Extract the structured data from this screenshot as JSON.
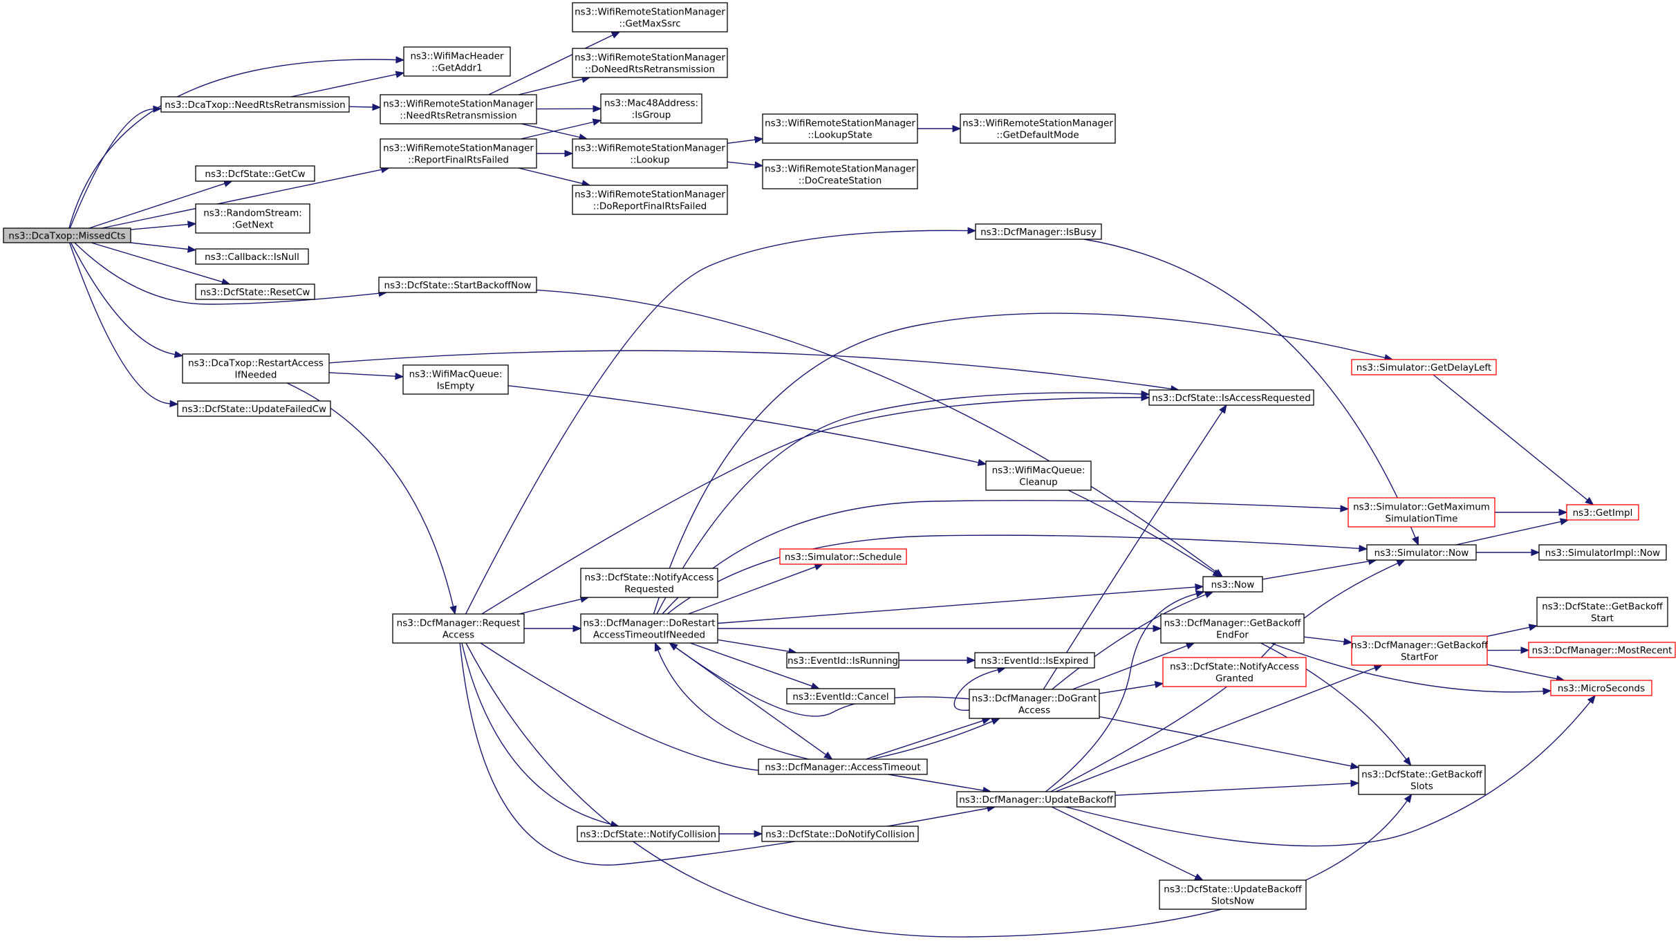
{
  "diagram": {
    "edge_color": "#191970",
    "truncated_border_color": "#ff0000",
    "root_fill": "#bfbfbf",
    "nodes": [
      {
        "id": "missedcts",
        "lines": [
          "ns3::DcaTxop::MissedCts"
        ],
        "root": true
      },
      {
        "id": "getaddr1",
        "lines": [
          "ns3::WifiMacHeader",
          "::GetAddr1"
        ]
      },
      {
        "id": "needrts",
        "lines": [
          "ns3::DcaTxop::NeedRtsRetransmission"
        ]
      },
      {
        "id": "wrsm_needrts",
        "lines": [
          "ns3::WifiRemoteStationManager",
          "::NeedRtsRetransmission"
        ]
      },
      {
        "id": "getmaxssrc",
        "lines": [
          "ns3::WifiRemoteStationManager",
          "::GetMaxSsrc"
        ]
      },
      {
        "id": "doneedrts",
        "lines": [
          "ns3::WifiRemoteStationManager",
          "::DoNeedRtsRetransmission"
        ]
      },
      {
        "id": "isgroup",
        "lines": [
          "ns3::Mac48Address:",
          ":IsGroup"
        ]
      },
      {
        "id": "lookup",
        "lines": [
          "ns3::WifiRemoteStationManager",
          "::Lookup"
        ]
      },
      {
        "id": "lookupstate",
        "lines": [
          "ns3::WifiRemoteStationManager",
          "::LookupState"
        ]
      },
      {
        "id": "getdefaultmode",
        "lines": [
          "ns3::WifiRemoteStationManager",
          "::GetDefaultMode"
        ]
      },
      {
        "id": "docreatestation",
        "lines": [
          "ns3::WifiRemoteStationManager",
          "::DoCreateStation"
        ]
      },
      {
        "id": "reportfinalrts",
        "lines": [
          "ns3::WifiRemoteStationManager",
          "::ReportFinalRtsFailed"
        ]
      },
      {
        "id": "doreportfinalrts",
        "lines": [
          "ns3::WifiRemoteStationManager",
          "::DoReportFinalRtsFailed"
        ]
      },
      {
        "id": "getcw",
        "lines": [
          "ns3::DcfState::GetCw"
        ]
      },
      {
        "id": "getnext",
        "lines": [
          "ns3::RandomStream:",
          ":GetNext"
        ]
      },
      {
        "id": "isnull",
        "lines": [
          "ns3::Callback::IsNull"
        ]
      },
      {
        "id": "resetcw",
        "lines": [
          "ns3::DcfState::ResetCw"
        ]
      },
      {
        "id": "startbackoff",
        "lines": [
          "ns3::DcfState::StartBackoffNow"
        ]
      },
      {
        "id": "restartaccess",
        "lines": [
          "ns3::DcaTxop::RestartAccess",
          "IfNeeded"
        ]
      },
      {
        "id": "isempty",
        "lines": [
          "ns3::WifiMacQueue:",
          "IsEmpty"
        ]
      },
      {
        "id": "updatefailedcw",
        "lines": [
          "ns3::DcfState::UpdateFailedCw"
        ]
      },
      {
        "id": "isbusy",
        "lines": [
          "ns3::DcfManager::IsBusy"
        ]
      },
      {
        "id": "getdelayleft",
        "lines": [
          "ns3::Simulator::GetDelayLeft"
        ],
        "truncated": true
      },
      {
        "id": "isaccessrequested",
        "lines": [
          "ns3::DcfState::IsAccessRequested"
        ]
      },
      {
        "id": "cleanup",
        "lines": [
          "ns3::WifiMacQueue:",
          "Cleanup"
        ]
      },
      {
        "id": "getmaxsimtime",
        "lines": [
          "ns3::Simulator::GetMaximum",
          "SimulationTime"
        ],
        "truncated": true
      },
      {
        "id": "getimpl",
        "lines": [
          "ns3::GetImpl"
        ],
        "truncated": true
      },
      {
        "id": "simnow",
        "lines": [
          "ns3::Simulator::Now"
        ]
      },
      {
        "id": "simimplnow",
        "lines": [
          "ns3::SimulatorImpl::Now"
        ]
      },
      {
        "id": "schedule",
        "lines": [
          "ns3::Simulator::Schedule"
        ],
        "truncated": true
      },
      {
        "id": "now",
        "lines": [
          "ns3::Now"
        ]
      },
      {
        "id": "notifyaccessrequested",
        "lines": [
          "ns3::DcfState::NotifyAccess",
          "Requested"
        ]
      },
      {
        "id": "requestaccess",
        "lines": [
          "ns3::DcfManager::Request",
          "Access"
        ]
      },
      {
        "id": "dorestart",
        "lines": [
          "ns3::DcfManager::DoRestart",
          "AccessTimeoutIfNeeded"
        ]
      },
      {
        "id": "getbackoffendfor",
        "lines": [
          "ns3::DcfManager::GetBackoff",
          "EndFor"
        ]
      },
      {
        "id": "getbackoffstart",
        "lines": [
          "ns3::DcfState::GetBackoff",
          "Start"
        ]
      },
      {
        "id": "getbackoffstartfor",
        "lines": [
          "ns3::DcfManager::GetBackoff",
          "StartFor"
        ],
        "truncated": true
      },
      {
        "id": "mostrecent",
        "lines": [
          "ns3::DcfManager::MostRecent"
        ],
        "truncated": true
      },
      {
        "id": "isrunning",
        "lines": [
          "ns3::EventId::IsRunning"
        ]
      },
      {
        "id": "isexpired",
        "lines": [
          "ns3::EventId::IsExpired"
        ]
      },
      {
        "id": "notifyaccessgranted",
        "lines": [
          "ns3::DcfState::NotifyAccess",
          "Granted"
        ],
        "truncated": true
      },
      {
        "id": "cancel",
        "lines": [
          "ns3::EventId::Cancel"
        ]
      },
      {
        "id": "dogrant",
        "lines": [
          "ns3::DcfManager::DoGrant",
          "Access"
        ]
      },
      {
        "id": "microseconds",
        "lines": [
          "ns3::MicroSeconds"
        ],
        "truncated": true
      },
      {
        "id": "accesstimeout",
        "lines": [
          "ns3::DcfManager::AccessTimeout"
        ]
      },
      {
        "id": "getbackoffslots",
        "lines": [
          "ns3::DcfState::GetBackoff",
          "Slots"
        ]
      },
      {
        "id": "updatebackoff",
        "lines": [
          "ns3::DcfManager::UpdateBackoff"
        ]
      },
      {
        "id": "notifycollision",
        "lines": [
          "ns3::DcfState::NotifyCollision"
        ]
      },
      {
        "id": "donotifycollision",
        "lines": [
          "ns3::DcfState::DoNotifyCollision"
        ]
      },
      {
        "id": "updatebackoffslotsnow",
        "lines": [
          "ns3::DcfState::UpdateBackoff",
          "SlotsNow"
        ]
      }
    ],
    "edges": [
      [
        "missedcts",
        "getaddr1"
      ],
      [
        "missedcts",
        "needrts"
      ],
      [
        "missedcts",
        "reportfinalrts"
      ],
      [
        "missedcts",
        "getcw"
      ],
      [
        "missedcts",
        "getnext"
      ],
      [
        "missedcts",
        "isnull"
      ],
      [
        "missedcts",
        "resetcw"
      ],
      [
        "missedcts",
        "startbackoff"
      ],
      [
        "missedcts",
        "restartaccess"
      ],
      [
        "missedcts",
        "updatefailedcw"
      ],
      [
        "needrts",
        "getaddr1"
      ],
      [
        "needrts",
        "wrsm_needrts"
      ],
      [
        "wrsm_needrts",
        "getmaxssrc"
      ],
      [
        "wrsm_needrts",
        "doneedrts"
      ],
      [
        "wrsm_needrts",
        "isgroup"
      ],
      [
        "wrsm_needrts",
        "lookup"
      ],
      [
        "reportfinalrts",
        "isgroup"
      ],
      [
        "reportfinalrts",
        "lookup"
      ],
      [
        "reportfinalrts",
        "doreportfinalrts"
      ],
      [
        "lookup",
        "lookupstate"
      ],
      [
        "lookup",
        "docreatestation"
      ],
      [
        "lookupstate",
        "getdefaultmode"
      ],
      [
        "startbackoff",
        "now"
      ],
      [
        "restartaccess",
        "isaccessrequested"
      ],
      [
        "restartaccess",
        "isempty"
      ],
      [
        "restartaccess",
        "requestaccess"
      ],
      [
        "isempty",
        "cleanup"
      ],
      [
        "cleanup",
        "now"
      ],
      [
        "isbusy",
        "simnow"
      ],
      [
        "requestaccess",
        "isbusy"
      ],
      [
        "requestaccess",
        "isaccessrequested"
      ],
      [
        "requestaccess",
        "notifyaccessrequested"
      ],
      [
        "requestaccess",
        "dorestart"
      ],
      [
        "requestaccess",
        "dogrant"
      ],
      [
        "requestaccess",
        "notifycollision"
      ],
      [
        "requestaccess",
        "updatebackoff"
      ],
      [
        "requestaccess",
        "getbackoffslots"
      ],
      [
        "dorestart",
        "getdelayleft"
      ],
      [
        "dorestart",
        "isaccessrequested"
      ],
      [
        "dorestart",
        "getmaxsimtime"
      ],
      [
        "dorestart",
        "simnow"
      ],
      [
        "dorestart",
        "schedule"
      ],
      [
        "dorestart",
        "now"
      ],
      [
        "dorestart",
        "getbackoffendfor"
      ],
      [
        "dorestart",
        "isrunning"
      ],
      [
        "dorestart",
        "cancel"
      ],
      [
        "dorestart",
        "accesstimeout"
      ],
      [
        "accesstimeout",
        "updatebackoff"
      ],
      [
        "accesstimeout",
        "dogrant"
      ],
      [
        "accesstimeout",
        "dorestart"
      ],
      [
        "dogrant",
        "isaccessrequested"
      ],
      [
        "dogrant",
        "now"
      ],
      [
        "dogrant",
        "getbackoffendfor"
      ],
      [
        "dogrant",
        "notifyaccessgranted"
      ],
      [
        "dogrant",
        "getbackoffslots"
      ],
      [
        "dogrant",
        "isexpired"
      ],
      [
        "dogrant",
        "dorestart"
      ],
      [
        "isrunning",
        "isexpired"
      ],
      [
        "getbackoffendfor",
        "getbackoffstartfor"
      ],
      [
        "getbackoffendfor",
        "getbackoffslots"
      ],
      [
        "getbackoffendfor",
        "microseconds"
      ],
      [
        "getbackoffstartfor",
        "getbackoffstart"
      ],
      [
        "getbackoffstartfor",
        "mostrecent"
      ],
      [
        "getbackoffstartfor",
        "microseconds"
      ],
      [
        "updatebackoff",
        "now"
      ],
      [
        "updatebackoff",
        "getbackoffstartfor"
      ],
      [
        "updatebackoff",
        "getbackoffslots"
      ],
      [
        "updatebackoff",
        "microseconds"
      ],
      [
        "updatebackoff",
        "updatebackoffslotsnow"
      ],
      [
        "updatebackoff",
        "simnow"
      ],
      [
        "getdelayleft",
        "getimpl"
      ],
      [
        "getmaxsimtime",
        "getimpl"
      ],
      [
        "simnow",
        "getimpl"
      ],
      [
        "simnow",
        "simimplnow"
      ],
      [
        "now",
        "simnow"
      ],
      [
        "notifycollision",
        "donotifycollision"
      ]
    ]
  }
}
